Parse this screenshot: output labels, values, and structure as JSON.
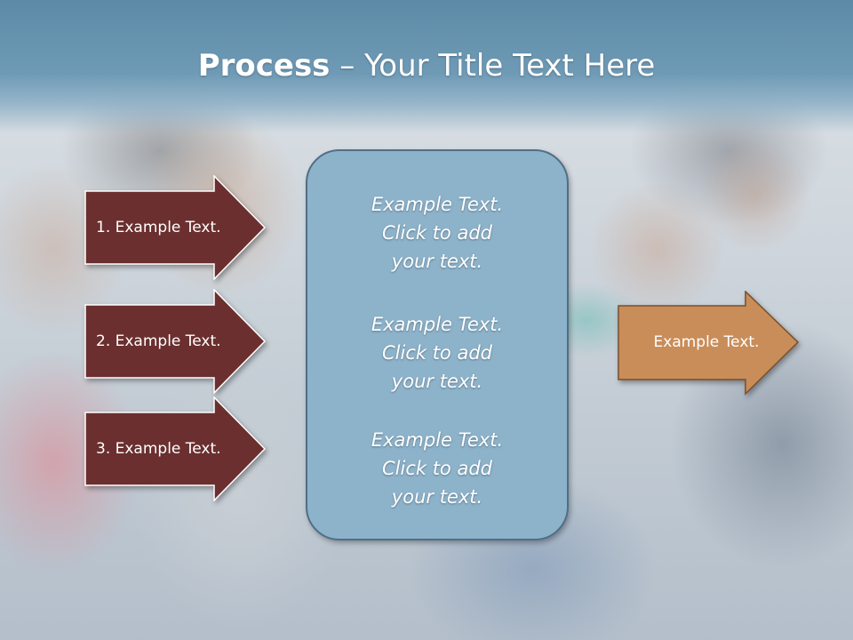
{
  "title": {
    "bold": "Process",
    "rest": " – Your Title Text Here"
  },
  "left_steps": [
    {
      "label": "1. Example Text."
    },
    {
      "label": "2. Example Text."
    },
    {
      "label": "3. Example Text."
    }
  ],
  "center_box": {
    "blocks": [
      {
        "line1": "Example Text.",
        "line2": "Click  to add",
        "line3": "your text."
      },
      {
        "line1": "Example Text.",
        "line2": "Click  to add",
        "line3": "your text."
      },
      {
        "line1": "Example Text.",
        "line2": "Click  to add",
        "line3": "your text."
      }
    ]
  },
  "right_step": {
    "label": "Example Text."
  },
  "colors": {
    "title_band": "#5d8aa6",
    "step_arrow_fill": "#6b2f2f",
    "center_box_fill": "#8db3cb",
    "result_arrow_fill": "#c98d5a"
  }
}
